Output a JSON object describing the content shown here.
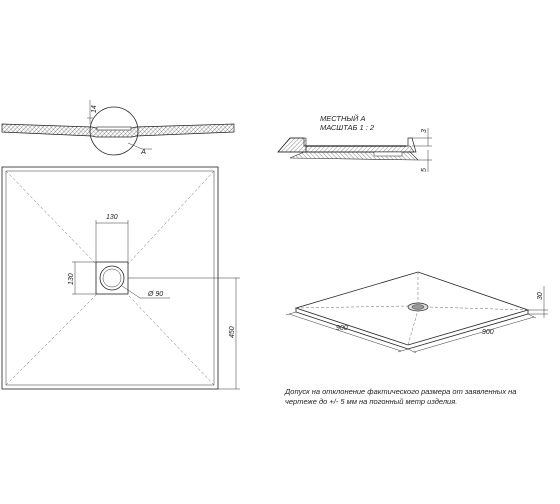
{
  "section_top": {
    "dim_14": "14",
    "callout_a": "A"
  },
  "detail": {
    "title_line1": "МЕСТНЫЙ А",
    "title_line2": "МАСШТАБ 1 : 2",
    "dim_3": "3",
    "dim_5": "5"
  },
  "plan": {
    "dim_130_top": "130",
    "dim_130_side": "130",
    "dim_diameter": "Ø 90",
    "dim_450": "450"
  },
  "iso": {
    "dim_900_left": "900",
    "dim_900_right": "900",
    "dim_30": "30"
  },
  "note": {
    "line1": "Допуск на отклонение фактического размера от заявленных на",
    "line2": "чертеже до +/- 5 мм на погонный метр изделия."
  }
}
